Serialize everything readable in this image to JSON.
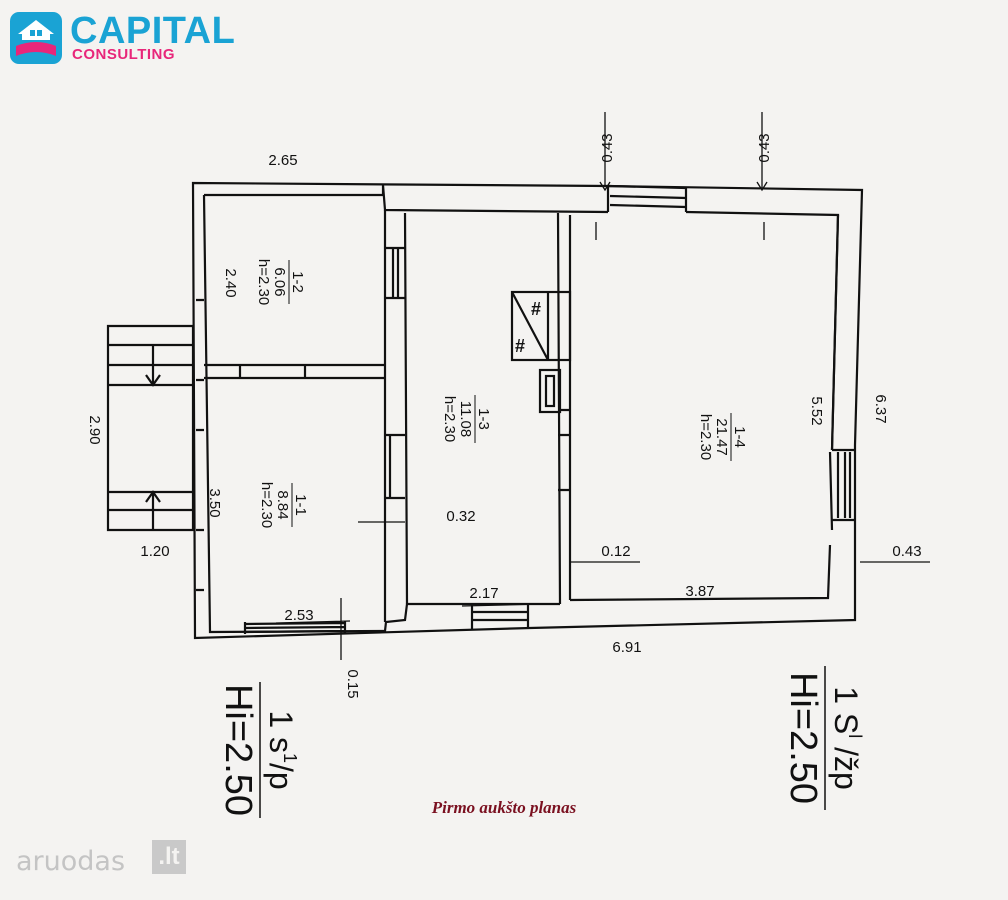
{
  "brand": {
    "name": "CAPITAL",
    "sub": "CONSULTING"
  },
  "caption": "Pirmo aukšto planas",
  "watermark": {
    "text": "aruodas",
    "suffix": ".lt"
  },
  "rooms": [
    {
      "id": "1-2",
      "area": "6.06",
      "height": "h=2.30"
    },
    {
      "id": "1-1",
      "area": "8.84",
      "height": "h=2.30"
    },
    {
      "id": "1-3",
      "area": "11.08",
      "height": "h=2.30"
    },
    {
      "id": "1-4",
      "area": "21.47",
      "height": "h=2.30"
    }
  ],
  "dimensions": {
    "top_left_width": "2.65",
    "top_wall_1": "0.43",
    "top_wall_2": "0.43",
    "room12_height": "2.40",
    "room11_height": "3.50",
    "porch_height": "2.90",
    "porch_width": "1.20",
    "wall_032": "0.32",
    "wall_012": "0.12",
    "right_wall": "0.43",
    "bottom_total": "6.91",
    "room11_width": "2.53",
    "room13_width": "2.17",
    "room14_width": "3.87",
    "room14_height": "5.52",
    "overall_height": "6.37",
    "bottom_wall": "0.15"
  },
  "stamps": {
    "left_line1": "1 s",
    "left_sup": "1",
    "left_suffix": "/p",
    "left_line2": "Hi=2.50",
    "right_line1": "1 S",
    "right_sup": "l",
    "right_suffix": " /žp",
    "right_line2": "Hi=2.50"
  },
  "colors": {
    "brand_blue": "#1aa3d4",
    "brand_pink": "#e8267a",
    "caption": "#7a1020",
    "line": "#111111"
  }
}
